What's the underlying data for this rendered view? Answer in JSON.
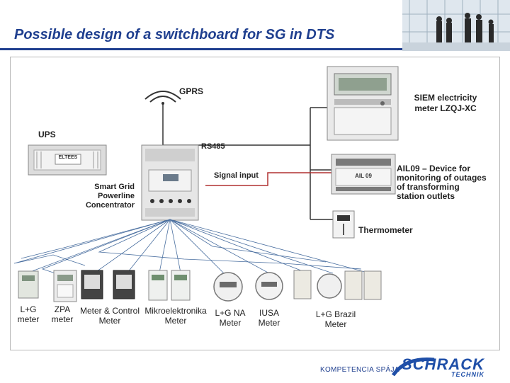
{
  "header": {
    "title": "Possible design of a switchboard for SG in DTS"
  },
  "nodes": {
    "gprs": "GPRS",
    "siem": [
      "SIEM electricity",
      "meter LZQJ-XC"
    ],
    "ups": "UPS",
    "rs485": "RS485",
    "signal_input": "Signal input",
    "concentrator": [
      "Smart Grid",
      "Powerline",
      "Concentrator"
    ],
    "ail09": [
      "AIL09 – Device for",
      "monitoring of outages",
      "of transforming",
      "station outlets"
    ],
    "thermometer": "Thermometer",
    "ups_panel_text": "ELTEES",
    "ail_panel_text": "AIL 09"
  },
  "meters": [
    {
      "line1": "L+G",
      "line2": "meter"
    },
    {
      "line1": "ZPA",
      "line2": "meter"
    },
    {
      "line1": "Meter & Control",
      "line2": "Meter"
    },
    {
      "line1": "Mikroelektronika",
      "line2": "Meter"
    },
    {
      "line1": "L+G NA",
      "line2": "Meter"
    },
    {
      "line1": "IUSA",
      "line2": "Meter"
    },
    {
      "line1": "L+G Brazil",
      "line2": "Meter"
    }
  ],
  "footer": {
    "slogan": "KOMPETENCIA SPÁJA",
    "brand": "SCHRACK",
    "brand_sub": "TECHNIK"
  },
  "colors": {
    "title": "#1f3f8f",
    "signal_line": "#b03030",
    "brand_blue": "#1f4fa8"
  }
}
